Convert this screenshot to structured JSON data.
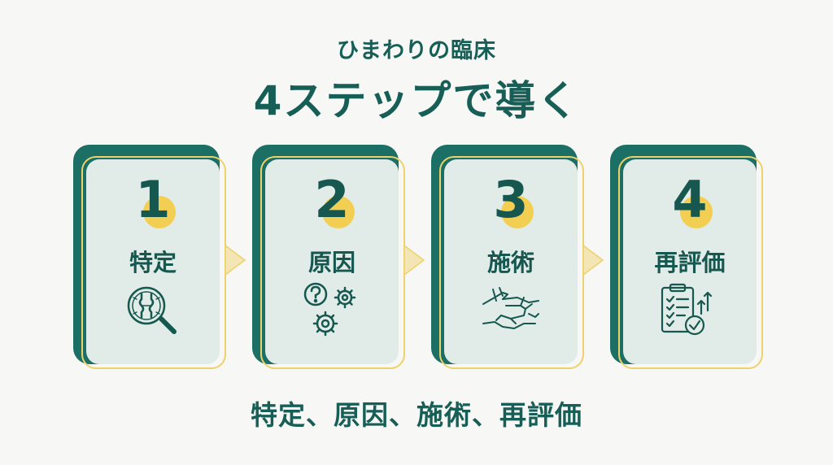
{
  "header": {
    "subtitle": "ひまわりの臨床",
    "title": "4ステップで導く"
  },
  "steps": [
    {
      "number": "1",
      "label": "特定",
      "icon": "joint-magnifier-icon"
    },
    {
      "number": "2",
      "label": "原因",
      "icon": "question-gears-icon"
    },
    {
      "number": "3",
      "label": "施術",
      "icon": "hands-icon"
    },
    {
      "number": "4",
      "label": "再評価",
      "icon": "clipboard-check-icon"
    }
  ],
  "footer": {
    "text": "特定、原因、施術、再評価"
  },
  "colors": {
    "teal": "#1b6f64",
    "card_fill": "#e1ebe7",
    "accent_yellow": "#f2cf53",
    "outline_yellow": "#ecd26a",
    "background": "#f7f7f5"
  }
}
